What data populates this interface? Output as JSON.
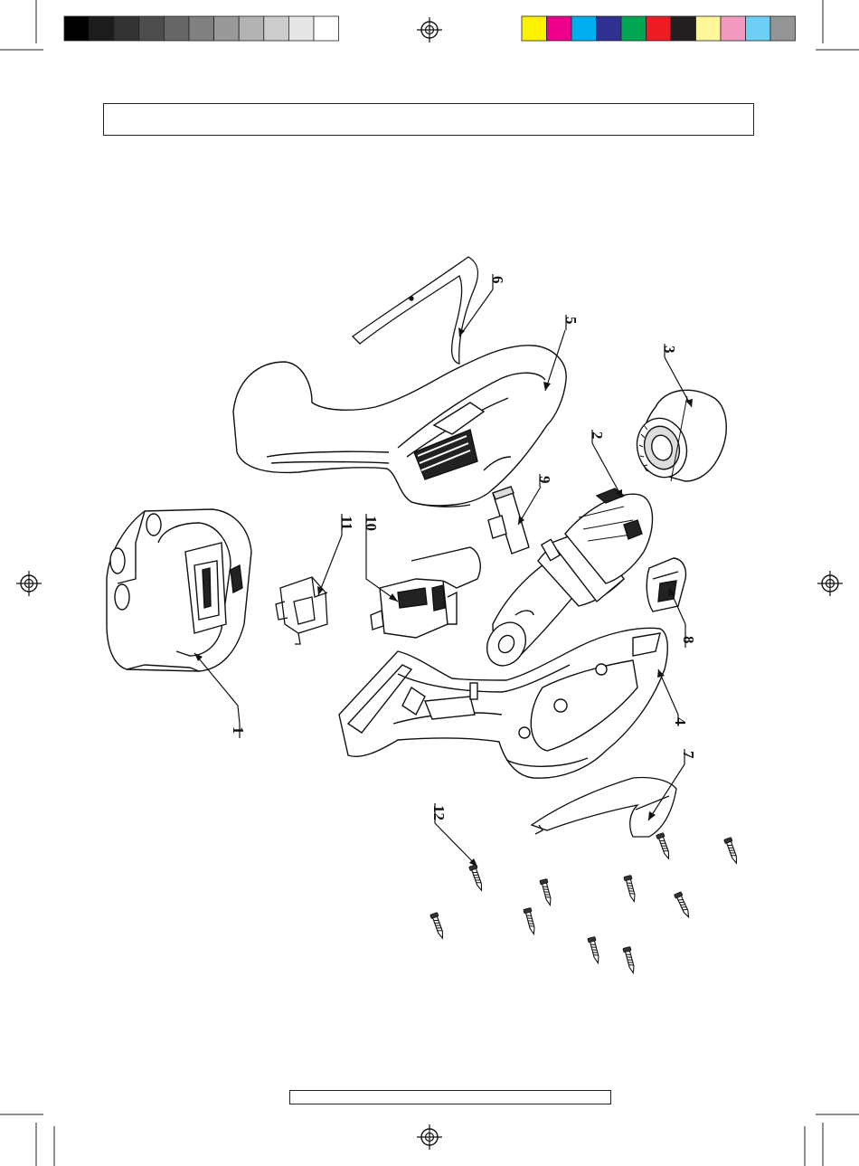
{
  "print_marks": {
    "grayscale_bar": [
      "#000000",
      "#1c1c1c",
      "#333333",
      "#4d4d4d",
      "#666666",
      "#808080",
      "#999999",
      "#b3b3b3",
      "#cccccc",
      "#e6e6e6",
      "#ffffff"
    ],
    "color_bar": [
      "#fff200",
      "#ec008c",
      "#00aeef",
      "#2e3192",
      "#00a651",
      "#ed1c24",
      "#231f20",
      "#fff799",
      "#f49ac1",
      "#6dcff6",
      "#959595"
    ],
    "registration_icon": "registration-target-icon"
  },
  "header": {
    "text": ""
  },
  "footer": {
    "text": ""
  },
  "callouts": [
    {
      "id": "callout-1",
      "label": "1"
    },
    {
      "id": "callout-2",
      "label": "2"
    },
    {
      "id": "callout-3",
      "label": "3"
    },
    {
      "id": "callout-4",
      "label": "4"
    },
    {
      "id": "callout-5",
      "label": "5"
    },
    {
      "id": "callout-6",
      "label": "6"
    },
    {
      "id": "callout-7",
      "label": "7"
    },
    {
      "id": "callout-8",
      "label": "8"
    },
    {
      "id": "callout-9",
      "label": "9"
    },
    {
      "id": "callout-10",
      "label": "10"
    },
    {
      "id": "callout-11",
      "label": "11"
    },
    {
      "id": "callout-12",
      "label": "12"
    }
  ]
}
